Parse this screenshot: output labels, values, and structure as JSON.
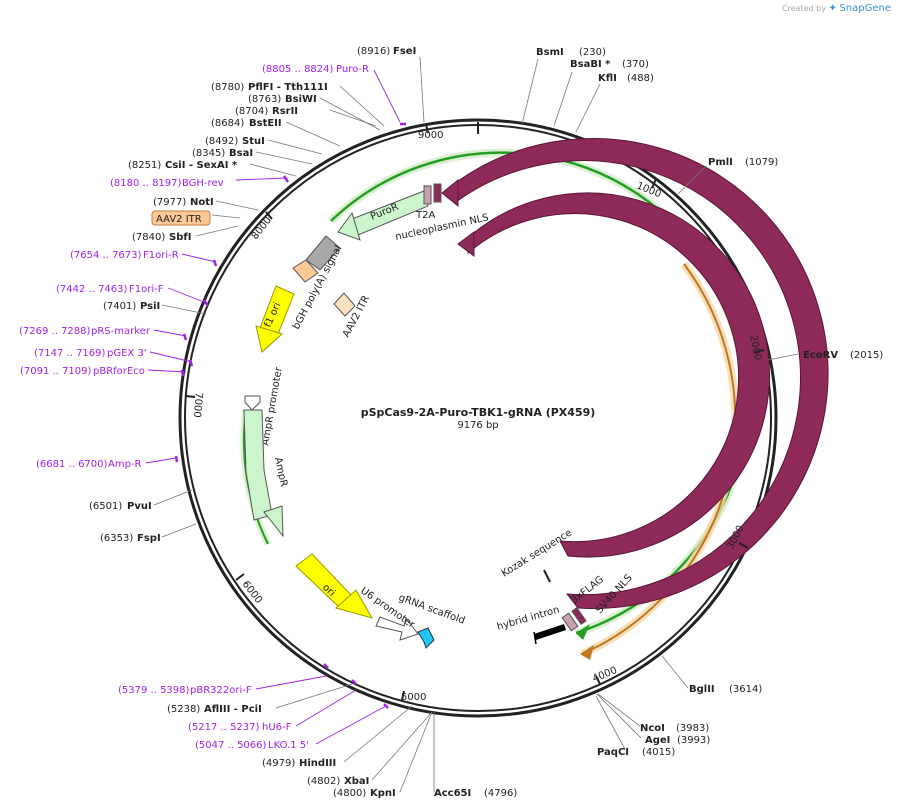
{
  "brand": {
    "prefix": "Created by",
    "name": "SnapGene"
  },
  "plasmid": {
    "name": "pSpCas9-2A-Puro-TBK1-gRNA (PX459)",
    "length_label": "9176 bp"
  },
  "colors": {
    "cas9": "#8e2a5a",
    "cas9_edge": "#5a1536",
    "ampr": "#ccf5cc",
    "ampr_edge": "#6aa86a",
    "puro": "#ccf5cc",
    "origin": "#ffff00",
    "origin_edge": "#999900",
    "primer": "#a020f0",
    "feature_orange": "#ffc896",
    "bgh": "#a8a8a8",
    "grna": "#1ec8ff",
    "green_ring": "#22a022",
    "orange_ring": "#f0a040"
  },
  "ticks": [
    "1000",
    "2000",
    "3000",
    "4000",
    "5000",
    "6000",
    "7000",
    "8000",
    "9000"
  ],
  "enzymes": [
    {
      "pos": "(8916)",
      "name": "FseI"
    },
    {
      "pos": "(230)",
      "name": "BsmI"
    },
    {
      "pos": "(370)",
      "name": "BsaBI *"
    },
    {
      "pos": "(488)",
      "name": "KflI"
    },
    {
      "pos": "(1079)",
      "name": "PmlI"
    },
    {
      "pos": "(2015)",
      "name": "EcoRV"
    },
    {
      "pos": "(3614)",
      "name": "BglII"
    },
    {
      "pos": "(3983)",
      "name": "NcoI"
    },
    {
      "pos": "(3993)",
      "name": "AgeI"
    },
    {
      "pos": "(4015)",
      "name": "PaqCI"
    },
    {
      "pos": "(4796)",
      "name": "Acc65I"
    },
    {
      "pos": "(4800)",
      "name": "KpnI"
    },
    {
      "pos": "(4802)",
      "name": "XbaI"
    },
    {
      "pos": "(4979)",
      "name": "HindIII"
    },
    {
      "pos": "(5238)",
      "name": "AflIII  - PciI"
    },
    {
      "pos": "(6353)",
      "name": "FspI"
    },
    {
      "pos": "(6501)",
      "name": "PvuI"
    },
    {
      "pos": "(7401)",
      "name": "PsiI"
    },
    {
      "pos": "(7840)",
      "name": "SbfI"
    },
    {
      "pos": "(7977)",
      "name": "NotI"
    },
    {
      "pos": "(8251)",
      "name": "CsiI  - SexAI *"
    },
    {
      "pos": "(8345)",
      "name": "BsaI"
    },
    {
      "pos": "(8492)",
      "name": "StuI"
    },
    {
      "pos": "(8684)",
      "name": "BstEII"
    },
    {
      "pos": "(8704)",
      "name": "RsrII"
    },
    {
      "pos": "(8763)",
      "name": "BsiWI"
    },
    {
      "pos": "(8780)",
      "name": "PflFI  - Tth111I"
    }
  ],
  "primers": [
    {
      "range": "(8805 .. 8824)",
      "name": "Puro-R"
    },
    {
      "range": "(8180 .. 8197)",
      "name": "BGH-rev"
    },
    {
      "range": "(7654 .. 7673)",
      "name": "F1ori-R"
    },
    {
      "range": "(7442 .. 7463)",
      "name": "F1ori-F"
    },
    {
      "range": "(7269 .. 7288)",
      "name": "pRS-marker"
    },
    {
      "range": "(7147 .. 7169)",
      "name": "pGEX 3'"
    },
    {
      "range": "(7091 .. 7109)",
      "name": "pBRforEco"
    },
    {
      "range": "(6681 .. 6700)",
      "name": "Amp-R"
    },
    {
      "range": "(5379 .. 5398)",
      "name": "pBR322ori-F"
    },
    {
      "range": "(5217 .. 5237)",
      "name": "hU6-F"
    },
    {
      "range": "(5047 .. 5066)",
      "name": "LKO.1 5'"
    }
  ],
  "features": {
    "aav2_itr_outer": "AAV2 ITR",
    "cas9_outer": "Cas9",
    "cas9_inner": "Cas9",
    "puror": "PuroR",
    "t2a": "T2A",
    "np_nls": "nucleoplasmin NLS",
    "f1_ori": "f1 ori",
    "bgh": "bGH poly(A) signal",
    "aav2_itr_inner": "AAV2 ITR",
    "ampr_promoter": "AmpR promoter",
    "ampr": "AmpR",
    "ori": "ori",
    "u6": "U6 promoter",
    "grna": "gRNA scaffold",
    "kozak": "Kozak sequence",
    "flag": "3xFLAG",
    "sv40": "SV40 NLS",
    "hybrid": "hybrid intron"
  }
}
